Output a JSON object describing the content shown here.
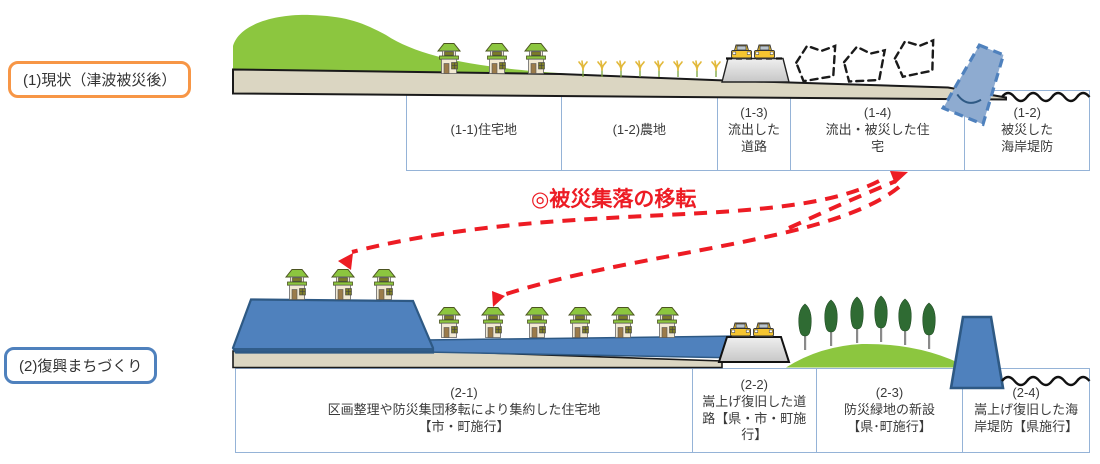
{
  "annotation": {
    "title": "◎被災集落の移転"
  },
  "stage1": {
    "label": "(1)現状（津波被災後）",
    "cells": [
      {
        "code": "(1-1)",
        "label": "住宅地"
      },
      {
        "code": "(1-2)",
        "label": "農地"
      },
      {
        "code": "(1-3)",
        "label": "流出した道路"
      },
      {
        "code": "(1-4)",
        "label": "流出・被災した住宅"
      },
      {
        "code": "(1-2)",
        "label": "被災した海岸堤防"
      }
    ]
  },
  "stage2": {
    "label": "(2)復興まちづくり",
    "cells": [
      {
        "code": "(2-1)",
        "label": "区画整理や防災集団移転により集約した住宅地",
        "note": "【市・町施行】"
      },
      {
        "code": "(2-2)",
        "label": "嵩上げ復旧した道路【県・市・町施行】",
        "note": ""
      },
      {
        "code": "(2-3)",
        "label": "防災緑地の新設",
        "note": "【県･町施行】"
      },
      {
        "code": "(2-4)",
        "label": "嵩上げ復旧した海岸堤防【県施行】",
        "note": ""
      }
    ]
  },
  "colors": {
    "accent_orange": "#F79646",
    "accent_blue": "#4F81BD",
    "cell_border": "#95B3D7",
    "ground": "#DBD6C2",
    "hill_green": "#8CC63F",
    "structure_blue": "#4F81BD",
    "structure_dark": "#2E5984",
    "damaged_wall": "#8EABD0",
    "road_gray": "#D9D9D9",
    "arrow_red": "#ED1C24",
    "tree_green": "#2F6B33",
    "house_roof": "#8CC63F",
    "house_wall": "#F2E9D2",
    "car_yellow": "#F5C531",
    "rice_yellow": "#E2B93B"
  }
}
